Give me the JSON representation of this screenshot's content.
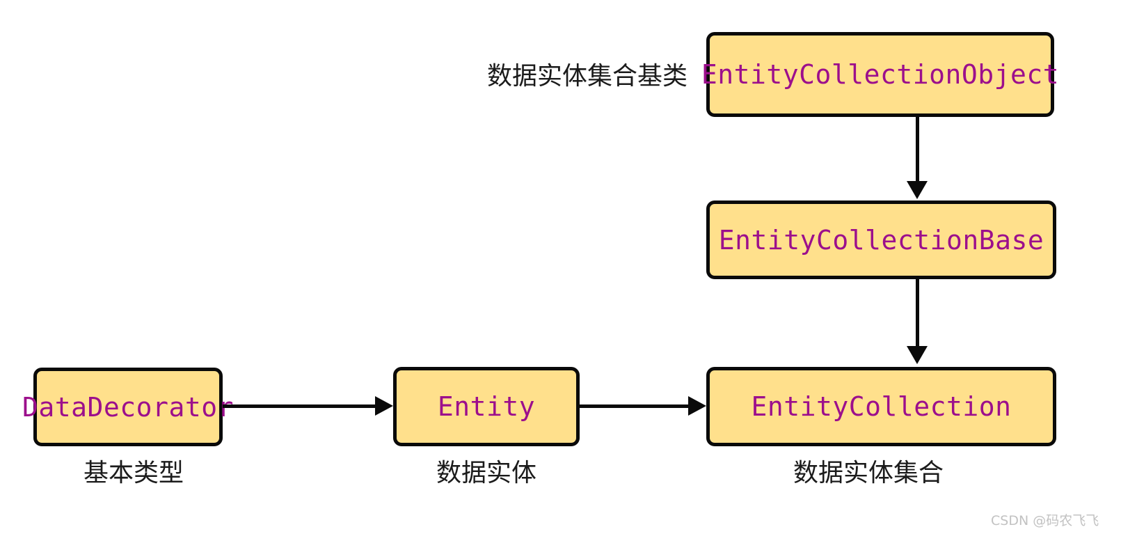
{
  "diagram": {
    "title_visible": false,
    "background_color": "#ffffff",
    "node_fill_color": "#ffe08c",
    "node_border_color": "#0a0a0a",
    "node_text_color": "#9c0f8c",
    "annotation_text_color": "#1b1b1b",
    "connector_color": "#0a0a0a"
  },
  "nodes": [
    {
      "id": "entity-collection-object",
      "label": "EntityCollectionObject"
    },
    {
      "id": "entity-collection-base",
      "label": "EntityCollectionBase"
    },
    {
      "id": "entity-collection",
      "label": "EntityCollection"
    },
    {
      "id": "data-decorator",
      "label": "DataDecorator"
    },
    {
      "id": "entity",
      "label": "Entity"
    }
  ],
  "annotations": {
    "entity_collection_object_left": "数据实体集合基类",
    "data_decorator_bottom": "基本类型",
    "entity_bottom": "数据实体",
    "entity_collection_bottom": "数据实体集合"
  },
  "watermark": {
    "text": "CSDN @码农飞飞"
  }
}
